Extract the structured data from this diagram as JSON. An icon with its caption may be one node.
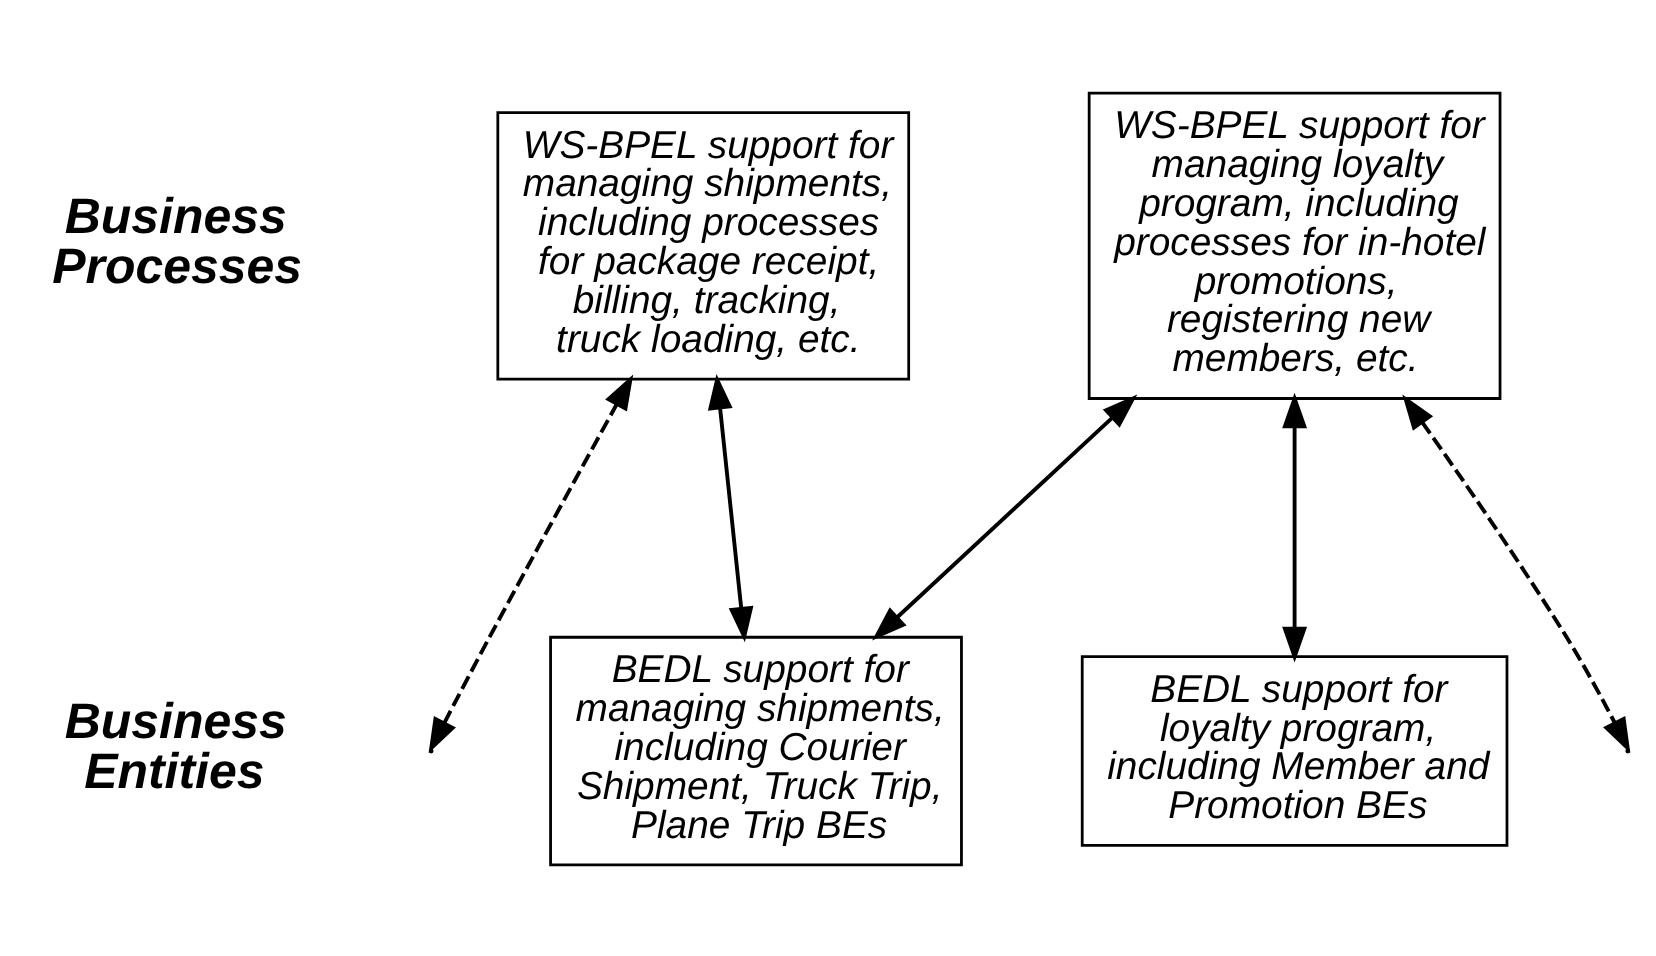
{
  "diagram": {
    "nodes": [
      {
        "text": [
          "WS-BPEL support for managing shipments, including processes for package receipt, billing, tracking, truck loading, etc."
        ]
      },
      {
        "text": [
          "WS-BPEL support for managing loyalty program, including processes for in-hotel promotions, registering new members, etc."
        ]
      },
      {
        "text": [
          "BEDL support for managing shipments, including Courier Shipment, Truck Trip, Plane Trip BEs"
        ]
      },
      {
        "text": [
          "BEDL support for loyalty program, including Member and Promotion BEs"
        ]
      }
    ],
    "edges": [
      {
        "from": null,
        "to": 0,
        "arrow": "both",
        "style": "dashed"
      },
      {
        "from": 0,
        "to": 2,
        "arrow": "both"
      },
      {
        "from": 2,
        "to": 1,
        "arrow": "both"
      },
      {
        "from": 1,
        "to": 3,
        "arrow": "both"
      },
      {
        "from": 1,
        "to": null,
        "arrow": "both",
        "style": "dashed"
      }
    ],
    "labels": [
      "Business Processes",
      "Business Entities"
    ]
  }
}
